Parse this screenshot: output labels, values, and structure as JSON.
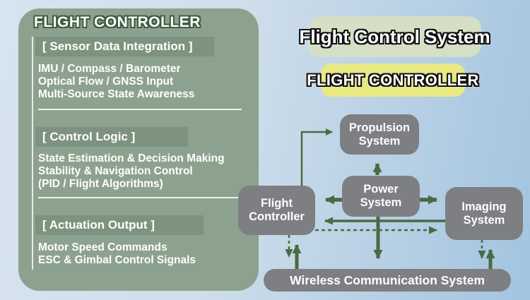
{
  "panel": {
    "title": "FLIGHT CONTROLLER",
    "sections": [
      {
        "header": "[ Sensor Data Integration ]",
        "lines": [
          "IMU / Compass / Barometer",
          "Optical Flow / GNSS Input",
          "Multi-Source State Awareness"
        ]
      },
      {
        "header": "[ Control Logic ]",
        "lines": [
          "State Estimation & Decision Making",
          "Stability & Navigation Control",
          "(PID / Flight Algorithms)"
        ]
      },
      {
        "header": "[ Actuation Output ]",
        "lines": [
          "Motor Speed Commands",
          "ESC & Gimbal Control Signals"
        ]
      }
    ]
  },
  "labels": {
    "flight_control_system": "Flight Control System",
    "flight_controller_badge": "FLIGHT CONTROLLER"
  },
  "diagram": {
    "nodes": [
      {
        "id": "propulsion",
        "label": "Propulsion System"
      },
      {
        "id": "power",
        "label": "Power System"
      },
      {
        "id": "flight-controller",
        "label": "Flight Controller"
      },
      {
        "id": "imaging",
        "label": "Imaging System"
      },
      {
        "id": "wireless",
        "label": "Wireless Communication System"
      }
    ]
  },
  "colors": {
    "background_left": "#d7e4ef",
    "background_right": "#a3c4df",
    "panel_green": "#8da28e",
    "section_header_green": "#7e937f",
    "node_gray": "#7d7f83",
    "arrow_green": "#4a6a42",
    "badge_yellow": "#e8e884",
    "badge_pale_green": "#d4dfc6",
    "text_white": "#ffffff"
  }
}
